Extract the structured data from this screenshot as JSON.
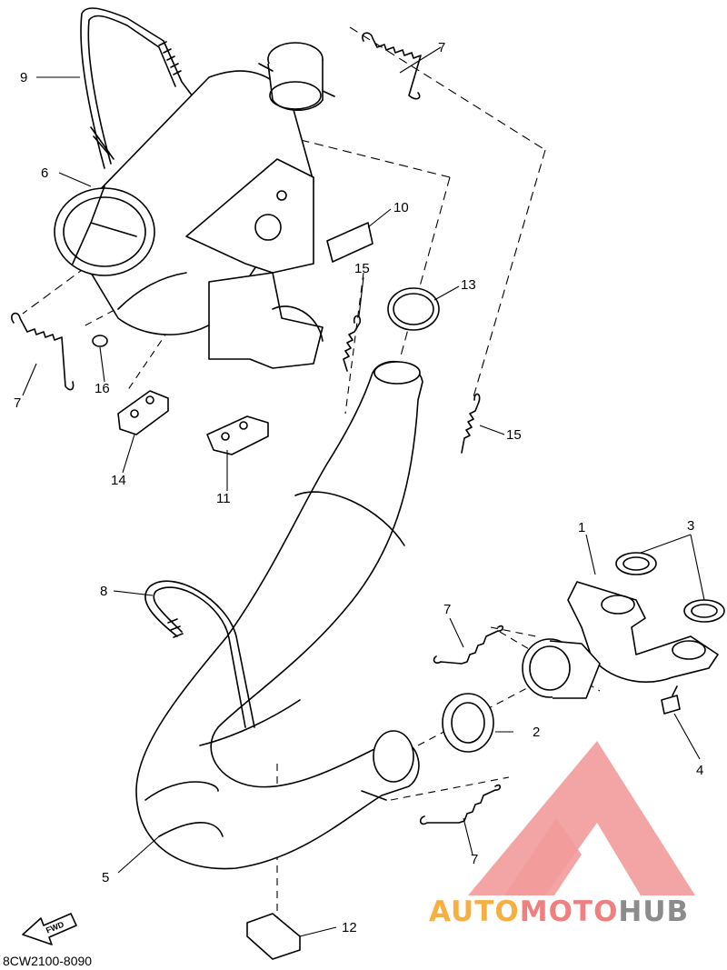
{
  "callouts": [
    "1",
    "2",
    "3",
    "4",
    "5",
    "6",
    "7",
    "8",
    "9",
    "10",
    "11",
    "12",
    "13",
    "14",
    "15",
    "16"
  ],
  "diagram_code": "8CW2100-8090",
  "fwd_label": "FWD",
  "watermark": {
    "part1": "AUTO",
    "part2": "MOTO",
    "part3": "HUB",
    "color_orange": "#f5b041",
    "color_red": "#f08080",
    "color_gray": "#8c8c8c"
  }
}
